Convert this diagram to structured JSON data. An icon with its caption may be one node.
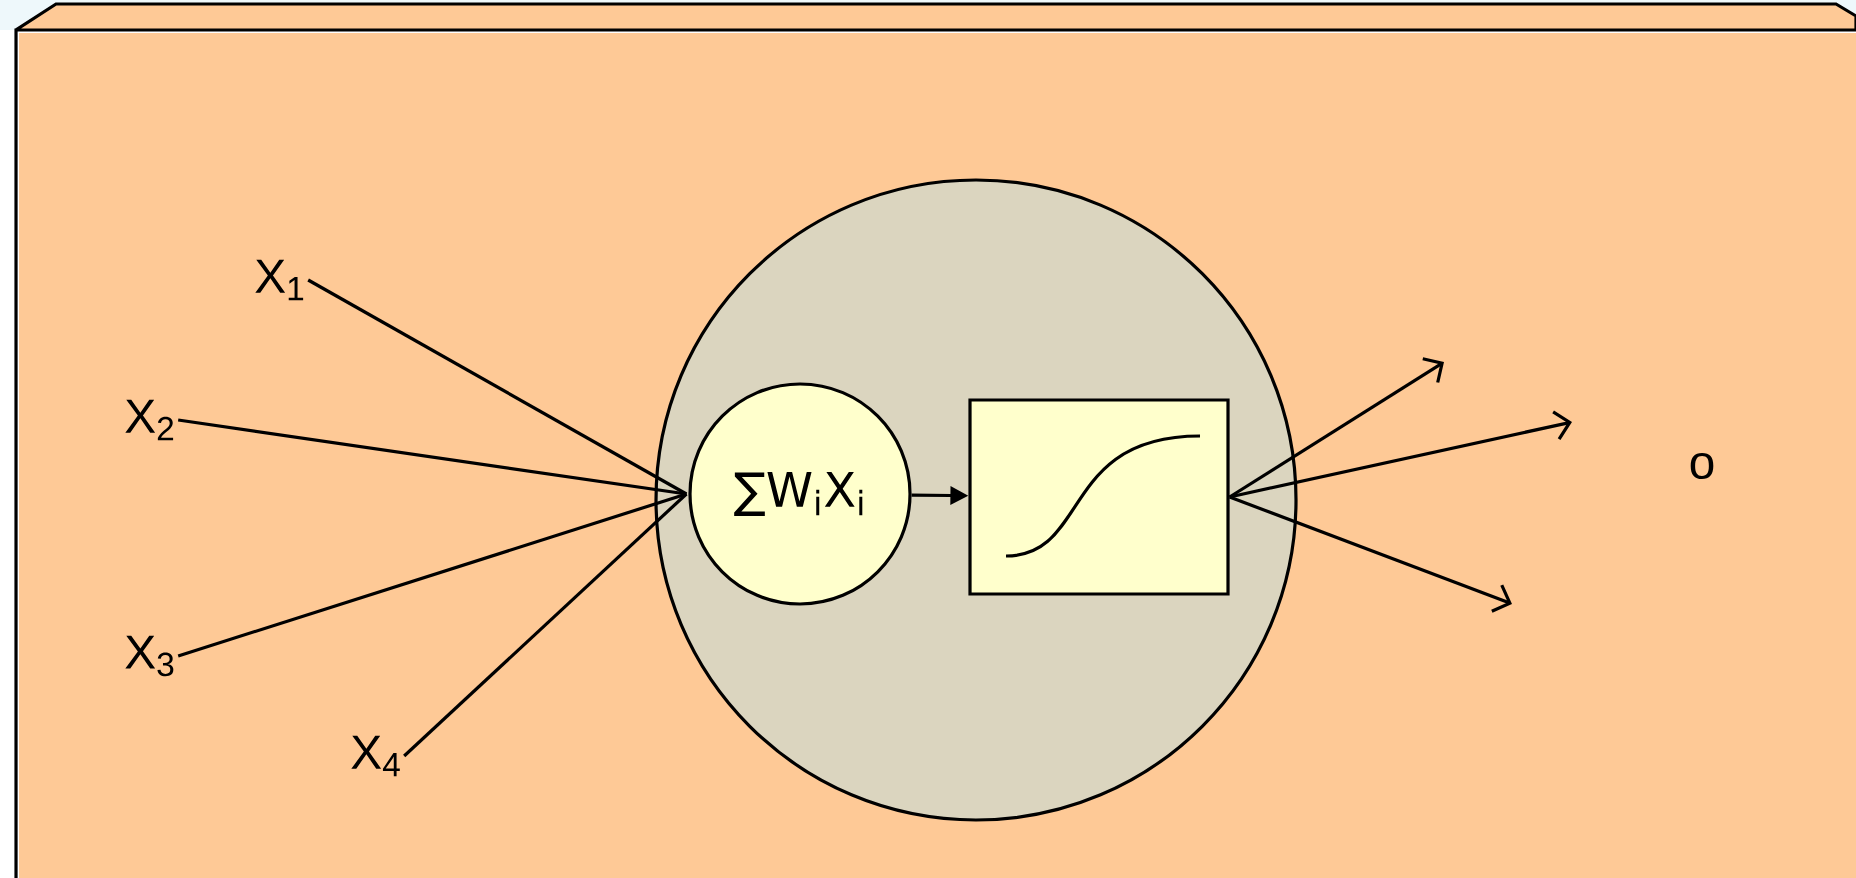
{
  "diagram": {
    "nodes": [
      {
        "text": [],
        "shape": "circle"
      },
      {
        "text": [
          "X$_{1}$"
        ]
      },
      {
        "text": [
          "X$_{2}$"
        ]
      },
      {
        "text": [
          "X$_{3}$"
        ]
      },
      {
        "text": [
          "X$_{4}$"
        ]
      },
      {
        "text": [
          "∑W$_{i}$X$_{i}$"
        ],
        "in": 0
      },
      {
        "text": [],
        "shape": "box",
        "in": 0
      }
    ],
    "edges": [
      {
        "from": 1,
        "to": 5,
        "arrow": "none"
      },
      {
        "from": 2,
        "to": 5,
        "arrow": "none"
      },
      {
        "from": 3,
        "to": 5,
        "arrow": "none"
      },
      {
        "from": 4,
        "to": 5,
        "arrow": "none"
      },
      {
        "from": 5,
        "to": 6,
        "arrow": "to"
      },
      {
        "from": 6,
        "to": null,
        "arrow": "to"
      },
      {
        "from": 6,
        "to": null,
        "arrow": "to"
      },
      {
        "from": 6,
        "to": null,
        "arrow": "to"
      }
    ],
    "labels": [
      "o"
    ]
  }
}
